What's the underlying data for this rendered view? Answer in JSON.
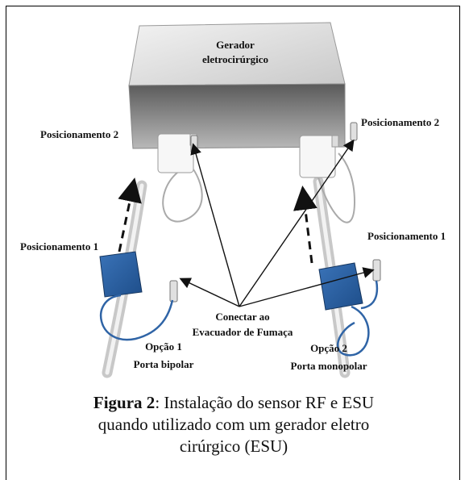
{
  "diagram": {
    "generator_label_line1": "Gerador",
    "generator_label_line2": "eletrocirúrgico",
    "left_position2": "Posicionamento 2",
    "right_position2": "Posicionamento 2",
    "left_position1": "Posicionamento 1",
    "right_position1": "Posicionamento 1",
    "connect_line1": "Conectar ao",
    "connect_line2": "Evacuador de Fumaça",
    "option1_line1": "Opção 1",
    "option1_line2": "Porta bipolar",
    "option2_line1": "Opção 2",
    "option2_line2": "Porta monopolar"
  },
  "caption": {
    "figure_label": "Figura 2",
    "line1_rest": ": Instalação do sensor RF e ESU",
    "line2": "quando utilizado com um gerador eletro",
    "line3": "cirúrgico (ESU)"
  }
}
